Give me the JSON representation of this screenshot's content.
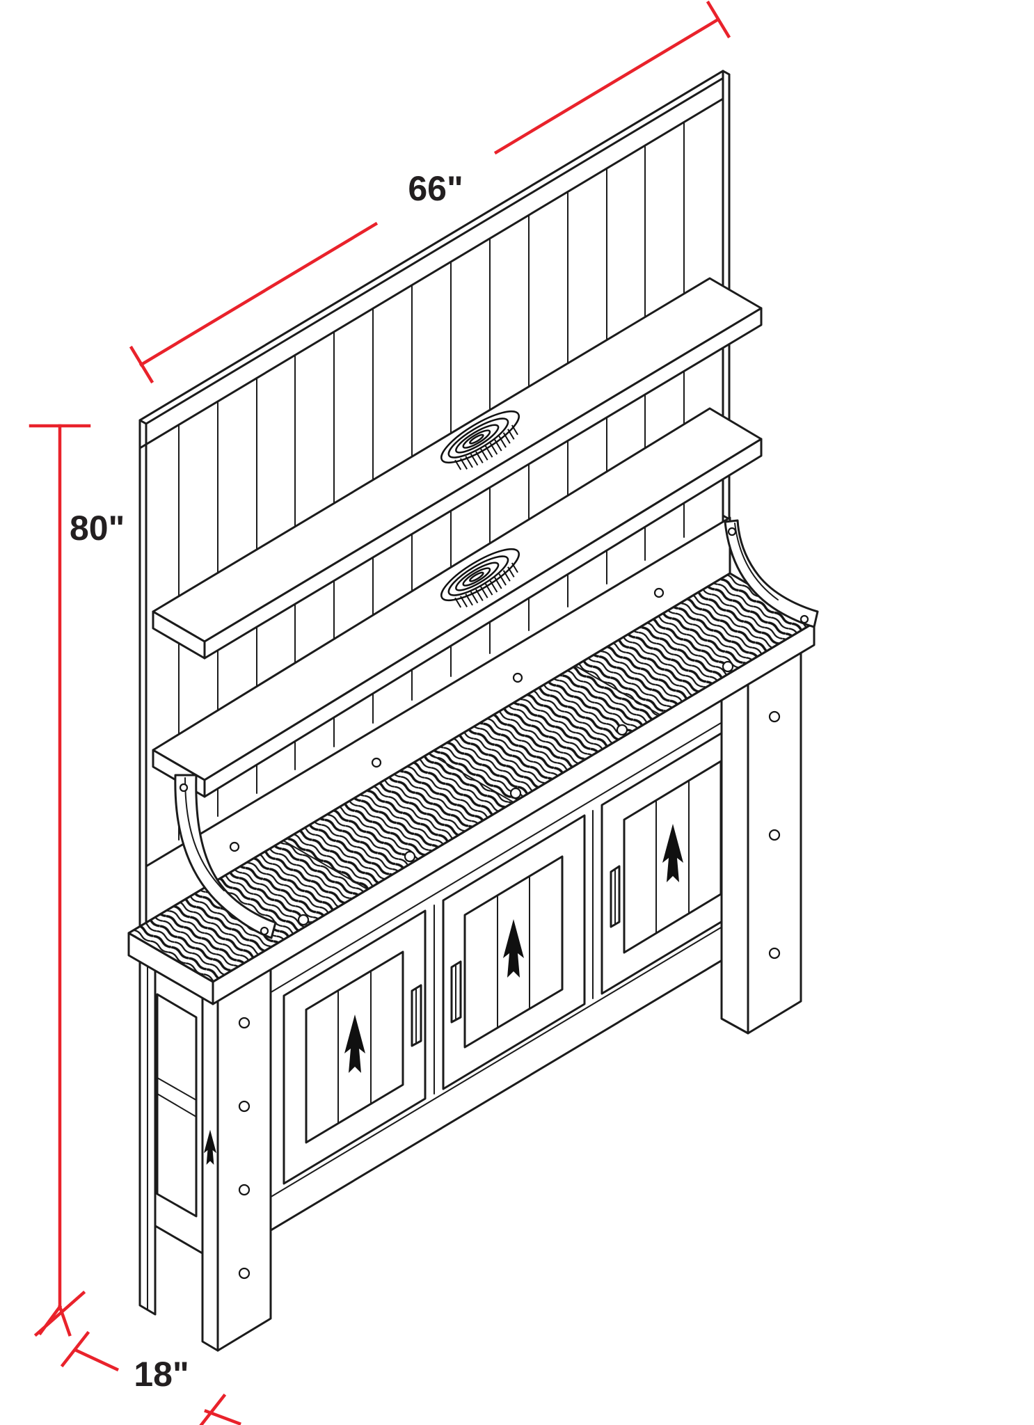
{
  "diagram": {
    "name": "furniture-isometric-dimension-drawing",
    "subject": "sideboard-with-hutch-and-shelves",
    "labels": {
      "width": "66\"",
      "height": "80\"",
      "depth": "18\""
    },
    "colors": {
      "dimension_line": "#e9222b",
      "line_art": "#1b1b1b",
      "label_text": "#231f20",
      "background": "#ffffff"
    }
  }
}
